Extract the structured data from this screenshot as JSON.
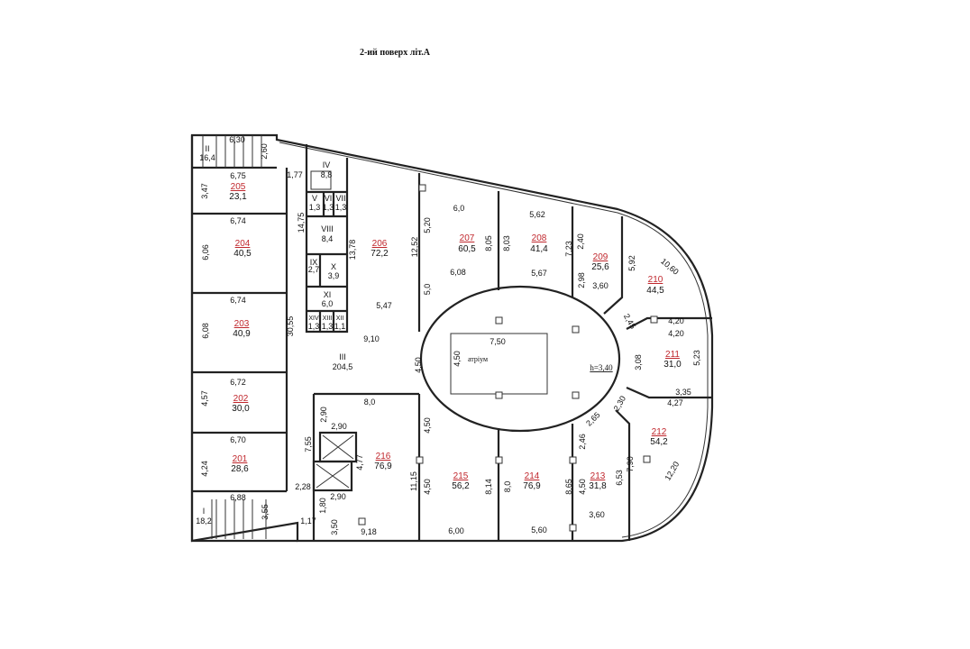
{
  "title": "2-ий поверх літ.А",
  "atrium_label": "атріум",
  "height_label": "h=3,40",
  "colors": {
    "room_number": "#c0272d",
    "walls": "#222222"
  },
  "rooms": [
    {
      "number": "205",
      "area": "23,1"
    },
    {
      "number": "204",
      "area": "40,5"
    },
    {
      "number": "203",
      "area": "40,9"
    },
    {
      "number": "202",
      "area": "30,0"
    },
    {
      "number": "201",
      "area": "28,6"
    },
    {
      "number": "206",
      "area": "72,2"
    },
    {
      "number": "207",
      "area": "60,5"
    },
    {
      "number": "208",
      "area": "41,4"
    },
    {
      "number": "209",
      "area": "25,6"
    },
    {
      "number": "210",
      "area": "44,5"
    },
    {
      "number": "211",
      "area": "31,0"
    },
    {
      "number": "212",
      "area": "54,2"
    },
    {
      "number": "213",
      "area": "31,8"
    },
    {
      "number": "214",
      "area": "76,9"
    },
    {
      "number": "215",
      "area": "56,2"
    },
    {
      "number": "216",
      "area": "76,9"
    }
  ],
  "service_rooms": [
    {
      "number": "II",
      "area": "16,4"
    },
    {
      "number": "III",
      "area": "204,5"
    },
    {
      "number": "IV",
      "area": "8,8"
    },
    {
      "number": "V",
      "area": "1,3"
    },
    {
      "number": "VI",
      "area": "1,3"
    },
    {
      "number": "VII",
      "area": "1,3"
    },
    {
      "number": "VIII",
      "area": "8,4"
    },
    {
      "number": "IX",
      "area": "2,7"
    },
    {
      "number": "X",
      "area": "3,9"
    },
    {
      "number": "XI",
      "area": "6,0"
    },
    {
      "number": "XIV",
      "area": "1,3"
    },
    {
      "number": "XIII",
      "area": "1,3"
    },
    {
      "number": "XII",
      "area": "1,1"
    },
    {
      "number": "I",
      "area": "18,2"
    }
  ],
  "dims": [
    "6,30",
    "2,60",
    "6,75",
    "1,77",
    "3,47",
    "6,74",
    "6,06",
    "14,75",
    "13,78",
    "12,52",
    "6,74",
    "6,08",
    "30,55",
    "5,47",
    "9,10",
    "6,72",
    "4,57",
    "4,50",
    "8,0",
    "2,90",
    "2,90",
    "7,55",
    "6,70",
    "4,24",
    "4,77",
    "2,28",
    "2,90",
    "6,88",
    "1,80",
    "3,55",
    "1,17",
    "3,50",
    "9,18",
    "11,15",
    "6,0",
    "5,20",
    "8,05",
    "8,03",
    "5,62",
    "7,23",
    "2,40",
    "5,92",
    "10,60",
    "6,08",
    "5,67",
    "5,0",
    "2,98",
    "3,60",
    "2,45",
    "4,20",
    "4,20",
    "4,50",
    "7,50",
    "3,08",
    "5,23",
    "3,35",
    "4,27",
    "2,30",
    "2,65",
    "4,50",
    "2,46",
    "7,90",
    "12,20",
    "8,14",
    "8,0",
    "8,65",
    "4,50",
    "4,50",
    "6,53",
    "3,60",
    "6,00",
    "5,60"
  ]
}
